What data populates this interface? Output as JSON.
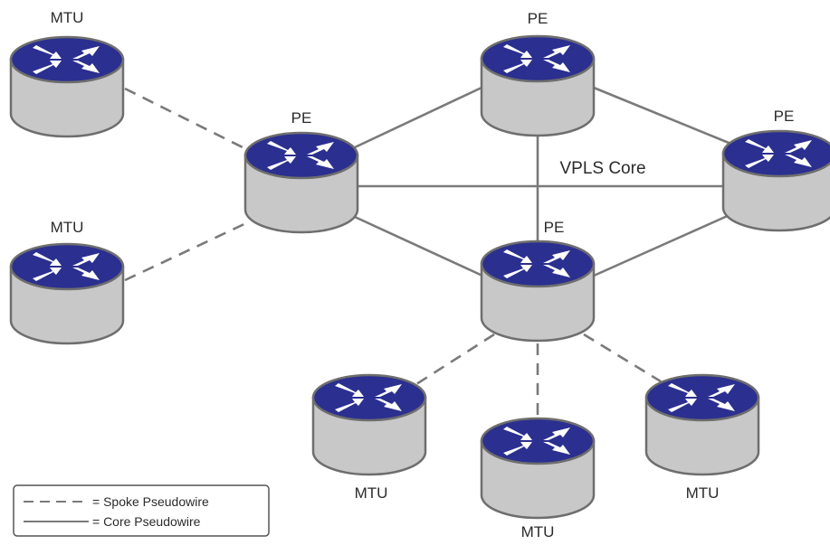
{
  "diagram": {
    "core_label": "VPLS Core",
    "nodes": [
      {
        "id": "mtu-top-left",
        "label": "MTU",
        "type": "router"
      },
      {
        "id": "mtu-mid-left",
        "label": "MTU",
        "type": "router"
      },
      {
        "id": "pe-left",
        "label": "PE",
        "type": "router"
      },
      {
        "id": "pe-top",
        "label": "PE",
        "type": "router"
      },
      {
        "id": "pe-right",
        "label": "PE",
        "type": "router"
      },
      {
        "id": "pe-center",
        "label": "PE",
        "type": "router"
      },
      {
        "id": "mtu-bottom-left",
        "label": "MTU",
        "type": "router"
      },
      {
        "id": "mtu-bottom-center",
        "label": "MTU",
        "type": "router"
      },
      {
        "id": "mtu-bottom-right",
        "label": "MTU",
        "type": "router"
      }
    ],
    "links": [
      {
        "from": "pe-left",
        "to": "pe-top",
        "kind": "core"
      },
      {
        "from": "pe-left",
        "to": "pe-right",
        "kind": "core"
      },
      {
        "from": "pe-left",
        "to": "pe-center",
        "kind": "core"
      },
      {
        "from": "pe-top",
        "to": "pe-right",
        "kind": "core"
      },
      {
        "from": "pe-top",
        "to": "pe-center",
        "kind": "core"
      },
      {
        "from": "pe-right",
        "to": "pe-center",
        "kind": "core"
      },
      {
        "from": "mtu-top-left",
        "to": "pe-left",
        "kind": "spoke"
      },
      {
        "from": "mtu-mid-left",
        "to": "pe-left",
        "kind": "spoke"
      },
      {
        "from": "pe-center",
        "to": "mtu-bottom-left",
        "kind": "spoke"
      },
      {
        "from": "pe-center",
        "to": "mtu-bottom-center",
        "kind": "spoke"
      },
      {
        "from": "pe-center",
        "to": "mtu-bottom-right",
        "kind": "spoke"
      }
    ]
  },
  "legend": {
    "spoke_label": "= Spoke Pseudowire",
    "core_label": "= Core Pseudowire"
  },
  "colors": {
    "router_top": "#2b2f8f",
    "router_body": "#c8c8c8",
    "router_outline": "#6e6e6e",
    "link": "#7a7a7a"
  }
}
